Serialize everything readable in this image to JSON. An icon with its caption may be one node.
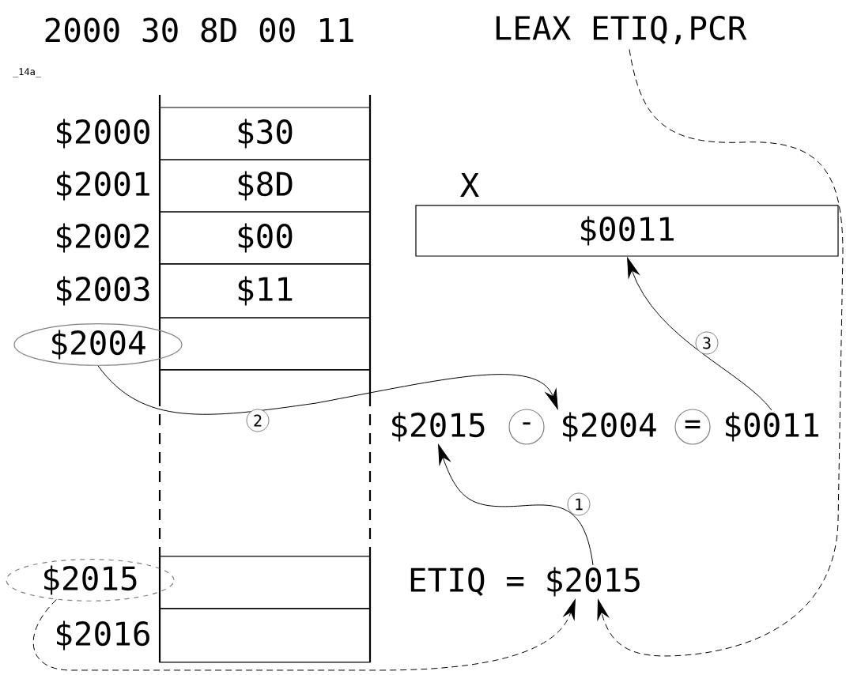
{
  "diagram": {
    "nodes": [
      {
        "text": [
          "LEAX ETIQ,PCR"
        ]
      },
      {
        "text": [
          "$30"
        ]
      },
      {
        "text": [
          "$8D"
        ]
      },
      {
        "text": [
          "$00"
        ]
      },
      {
        "text": [
          "$11"
        ]
      },
      {
        "text": [],
        "shape": "box"
      },
      {
        "text": [
          "X",
          "$0011"
        ]
      },
      {
        "text": [
          "$2004"
        ]
      },
      {
        "text": [
          "$2015"
        ]
      },
      {
        "text": [
          "-"
        ]
      },
      {
        "text": [
          "$2004"
        ]
      },
      {
        "text": [
          "="
        ]
      },
      {
        "text": [
          "$0011"
        ]
      },
      {
        "text": [
          "$2015"
        ]
      },
      {
        "text": [],
        "shape": "box"
      },
      {
        "text": [
          "ETIQ = $2015"
        ]
      },
      {
        "text": [],
        "shape": "box"
      }
    ],
    "edges": [
      {
        "from": 0,
        "to": 15,
        "arrow": "to",
        "style": "dashed"
      },
      {
        "from": 7,
        "to": 10,
        "arrow": "to",
        "label": "2"
      },
      {
        "from": 12,
        "to": 6,
        "arrow": "to",
        "label": "3"
      },
      {
        "from": 15,
        "to": 8,
        "arrow": "to",
        "label": "1"
      },
      {
        "from": 13,
        "to": 15,
        "arrow": "to",
        "style": "dashed"
      }
    ],
    "labels": [
      "2000 30 8D 00 11",
      "_14a_",
      "$2000",
      "$2001",
      "$2002",
      "$2003",
      "$2016"
    ]
  }
}
